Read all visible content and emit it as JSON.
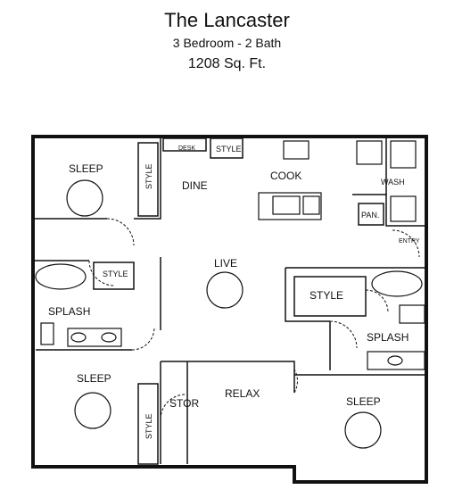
{
  "header": {
    "title": "The Lancaster",
    "subtitle": "3 Bedroom - 2 Bath",
    "area": "1208 Sq. Ft."
  },
  "rooms": {
    "sleep_top_left": "SLEEP",
    "style_top_left": "STYLE",
    "dine": "DINE",
    "desk": "DESK",
    "style_kitchen": "STYLE",
    "cook": "COOK",
    "wash": "WASH",
    "pantry": "PAN.",
    "entry": "ENTRY",
    "style_bath_left": "STYLE",
    "live": "LIVE",
    "splash_left": "SPLASH",
    "style_master": "STYLE",
    "splash_right": "SPLASH",
    "sleep_bottom_left": "SLEEP",
    "style_bottom_left": "STYLE",
    "stor": "STOR",
    "relax": "RELAX",
    "sleep_bottom_right": "SLEEP"
  }
}
